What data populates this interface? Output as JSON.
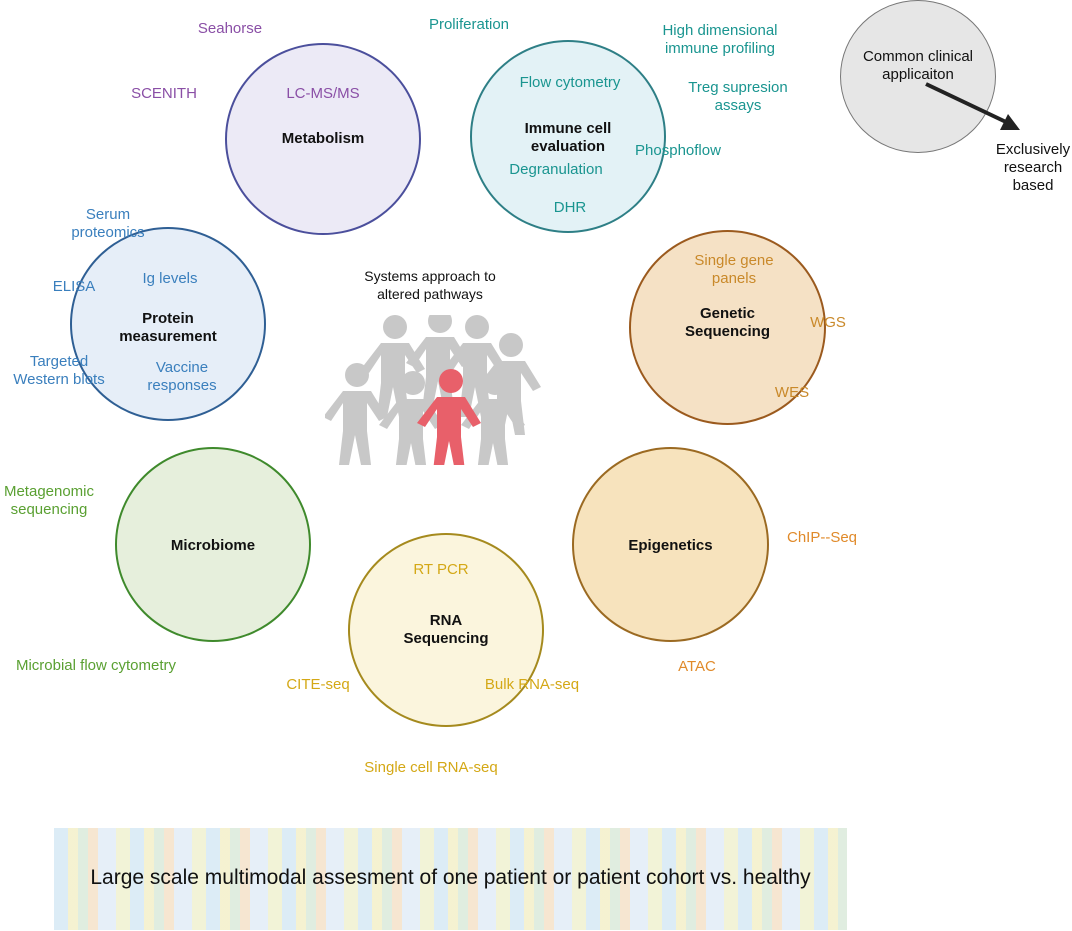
{
  "center": {
    "title": "Systems approach to altered pathways",
    "title_lines": [
      "Systems approach to",
      "altered pathways"
    ]
  },
  "legend": {
    "circle_label_lines": [
      "Common clinical",
      "applicaiton"
    ],
    "outside_label_lines": [
      "Exclusively",
      "research",
      "based"
    ]
  },
  "banner": {
    "text": "Large scale multimodal assesment of one patient or patient cohort vs. healthy"
  },
  "colors": {
    "metabolism": "#8a4fa6",
    "immune": "#1a9590",
    "protein": "#3a7fbd",
    "genetic": "#c9892a",
    "microbiome": "#5aa032",
    "epigenetics": "#e08a2a",
    "rna": "#d4a816",
    "highlight_person": "#e8606a",
    "person": "#c8c8c8"
  },
  "modules": {
    "metabolism": {
      "title": "Metabolism",
      "inside": [
        "LC-MS/MS"
      ],
      "outside": [
        "Seahorse",
        "SCENITH"
      ]
    },
    "immune": {
      "title_lines": [
        "Immune cell",
        "evaluation"
      ],
      "inside": [
        "Flow cytometry",
        "Degranulation",
        "DHR"
      ],
      "outside": [
        "Proliferation",
        "High dimensional",
        "immune profiling",
        "Treg supresion",
        "assays",
        "Phosphoflow"
      ]
    },
    "protein": {
      "title_lines": [
        "Protein",
        "measurement"
      ],
      "inside": [
        "Ig levels",
        "Vaccine",
        "responses"
      ],
      "outside": [
        "Serum",
        "proteomics",
        "ELISA",
        "Targeted",
        "Western blots"
      ]
    },
    "genetic": {
      "title_lines": [
        "Genetic",
        "Sequencing"
      ],
      "inside": [
        "Single gene",
        "panels"
      ],
      "outside": [
        "WGS",
        "WES"
      ]
    },
    "microbiome": {
      "title": "Microbiome",
      "outside": [
        "Metagenomic",
        "sequencing",
        "Microbial flow cytometry"
      ]
    },
    "epigenetics": {
      "title": "Epigenetics",
      "outside": [
        "ChIP--Seq",
        "ATAC"
      ]
    },
    "rna": {
      "title_lines": [
        "RNA",
        "Sequencing"
      ],
      "inside": [
        "RT PCR"
      ],
      "outside": [
        "CITE-seq",
        "Bulk RNA-seq",
        "Single cell RNA-seq"
      ]
    }
  }
}
